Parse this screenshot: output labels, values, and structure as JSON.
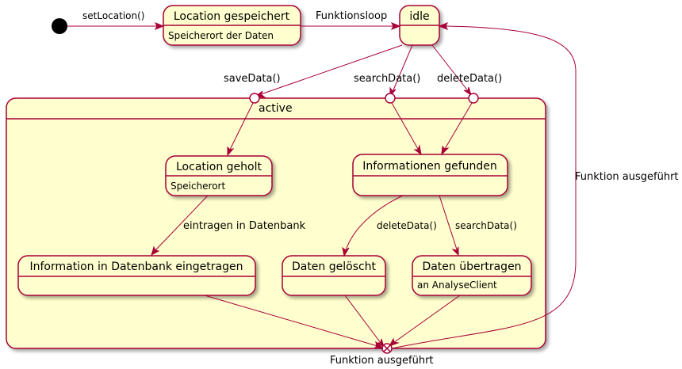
{
  "states": {
    "location_gespeichert": {
      "title": "Location gespeichert",
      "detail": "Speicherort der Daten"
    },
    "idle": {
      "title": "idle"
    },
    "active": {
      "title": "active"
    },
    "location_geholt": {
      "title": "Location geholt",
      "detail": "Speicherort"
    },
    "informationen_gefunden": {
      "title": "Informationen gefunden"
    },
    "information_eingetragen": {
      "title": "Information in Datenbank eingetragen"
    },
    "daten_geloescht": {
      "title": "Daten gelöscht"
    },
    "daten_uebertragen": {
      "title": "Daten übertragen",
      "detail": "an AnalyseClient"
    }
  },
  "entry_points": {
    "save": "saveData()",
    "search": "searchData()",
    "delete": "deleteData()"
  },
  "exit_point": {
    "label": "Funktion ausgeführt"
  },
  "transitions": {
    "set_location": "setLocation()",
    "funktionsloop": "Funktionsloop",
    "eintragen": "eintragen in Datenbank",
    "delete_data": "deleteData()",
    "search_data": "searchData()",
    "funktion_ausgefuehrt": "Funktion ausgeführt"
  }
}
